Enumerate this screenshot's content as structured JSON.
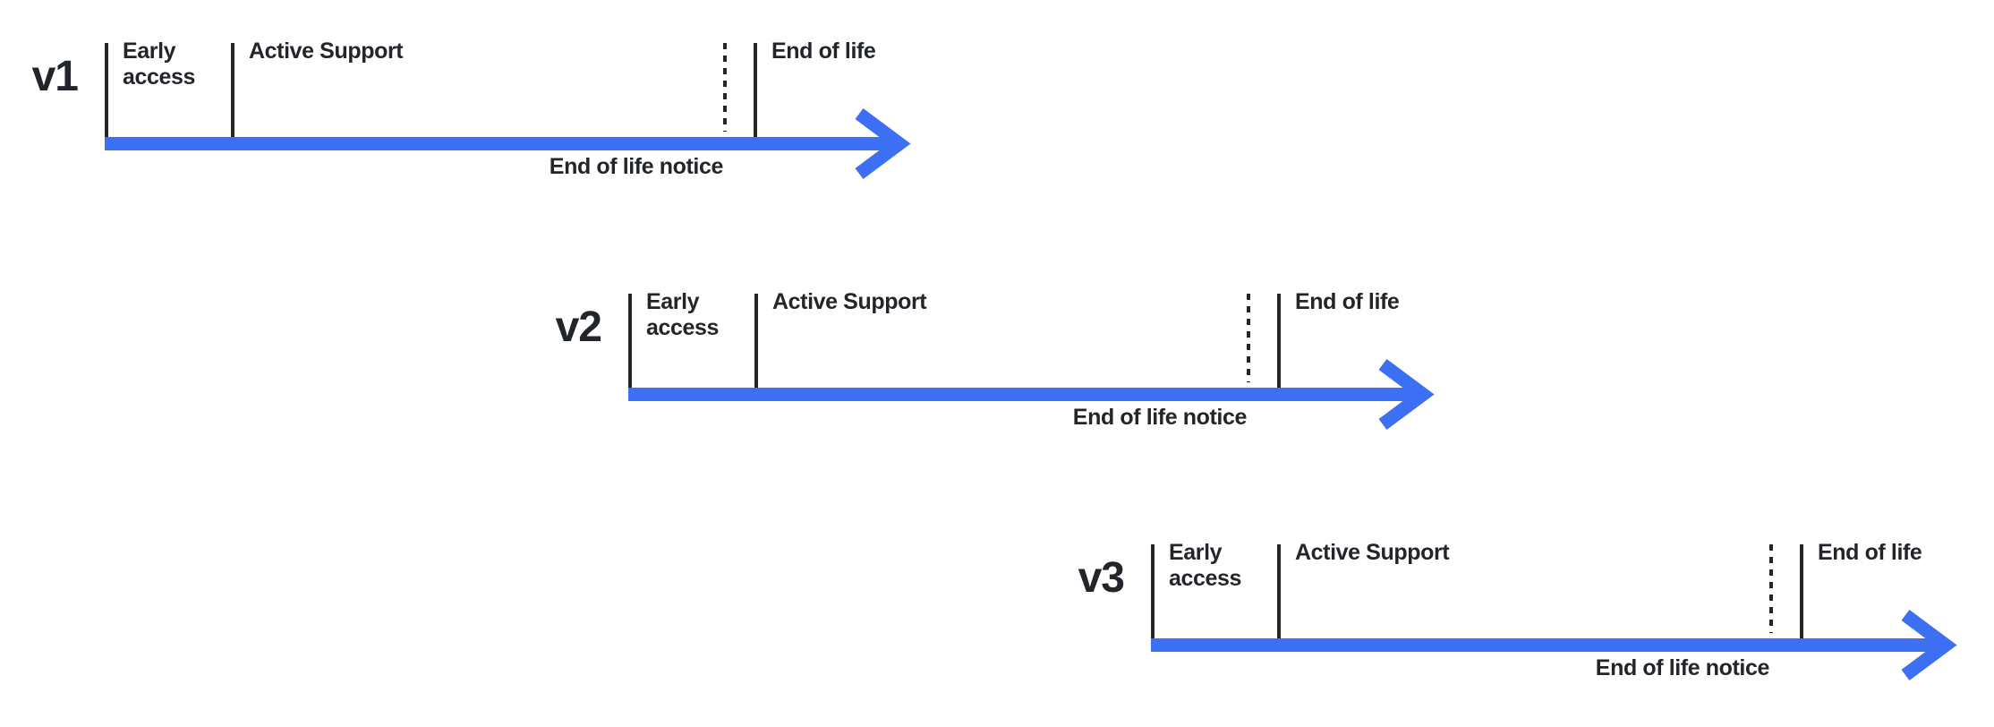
{
  "colors": {
    "arrow_blue": "#3D6FF4",
    "ink": "#222529",
    "background": "#FFFFFF"
  },
  "diagram": {
    "description": "Staggered version support lifecycle timelines",
    "timelines": [
      {
        "version": "v1",
        "phase_early": "Early access",
        "phase_active": "Active Support",
        "phase_eol": "End of life",
        "notice": "End of life notice"
      },
      {
        "version": "v2",
        "phase_early": "Early access",
        "phase_active": "Active Support",
        "phase_eol": "End of life",
        "notice": "End of life notice"
      },
      {
        "version": "v3",
        "phase_early": "Early access",
        "phase_active": "Active Support",
        "phase_eol": "End of life",
        "notice": "End of life notice"
      }
    ]
  }
}
